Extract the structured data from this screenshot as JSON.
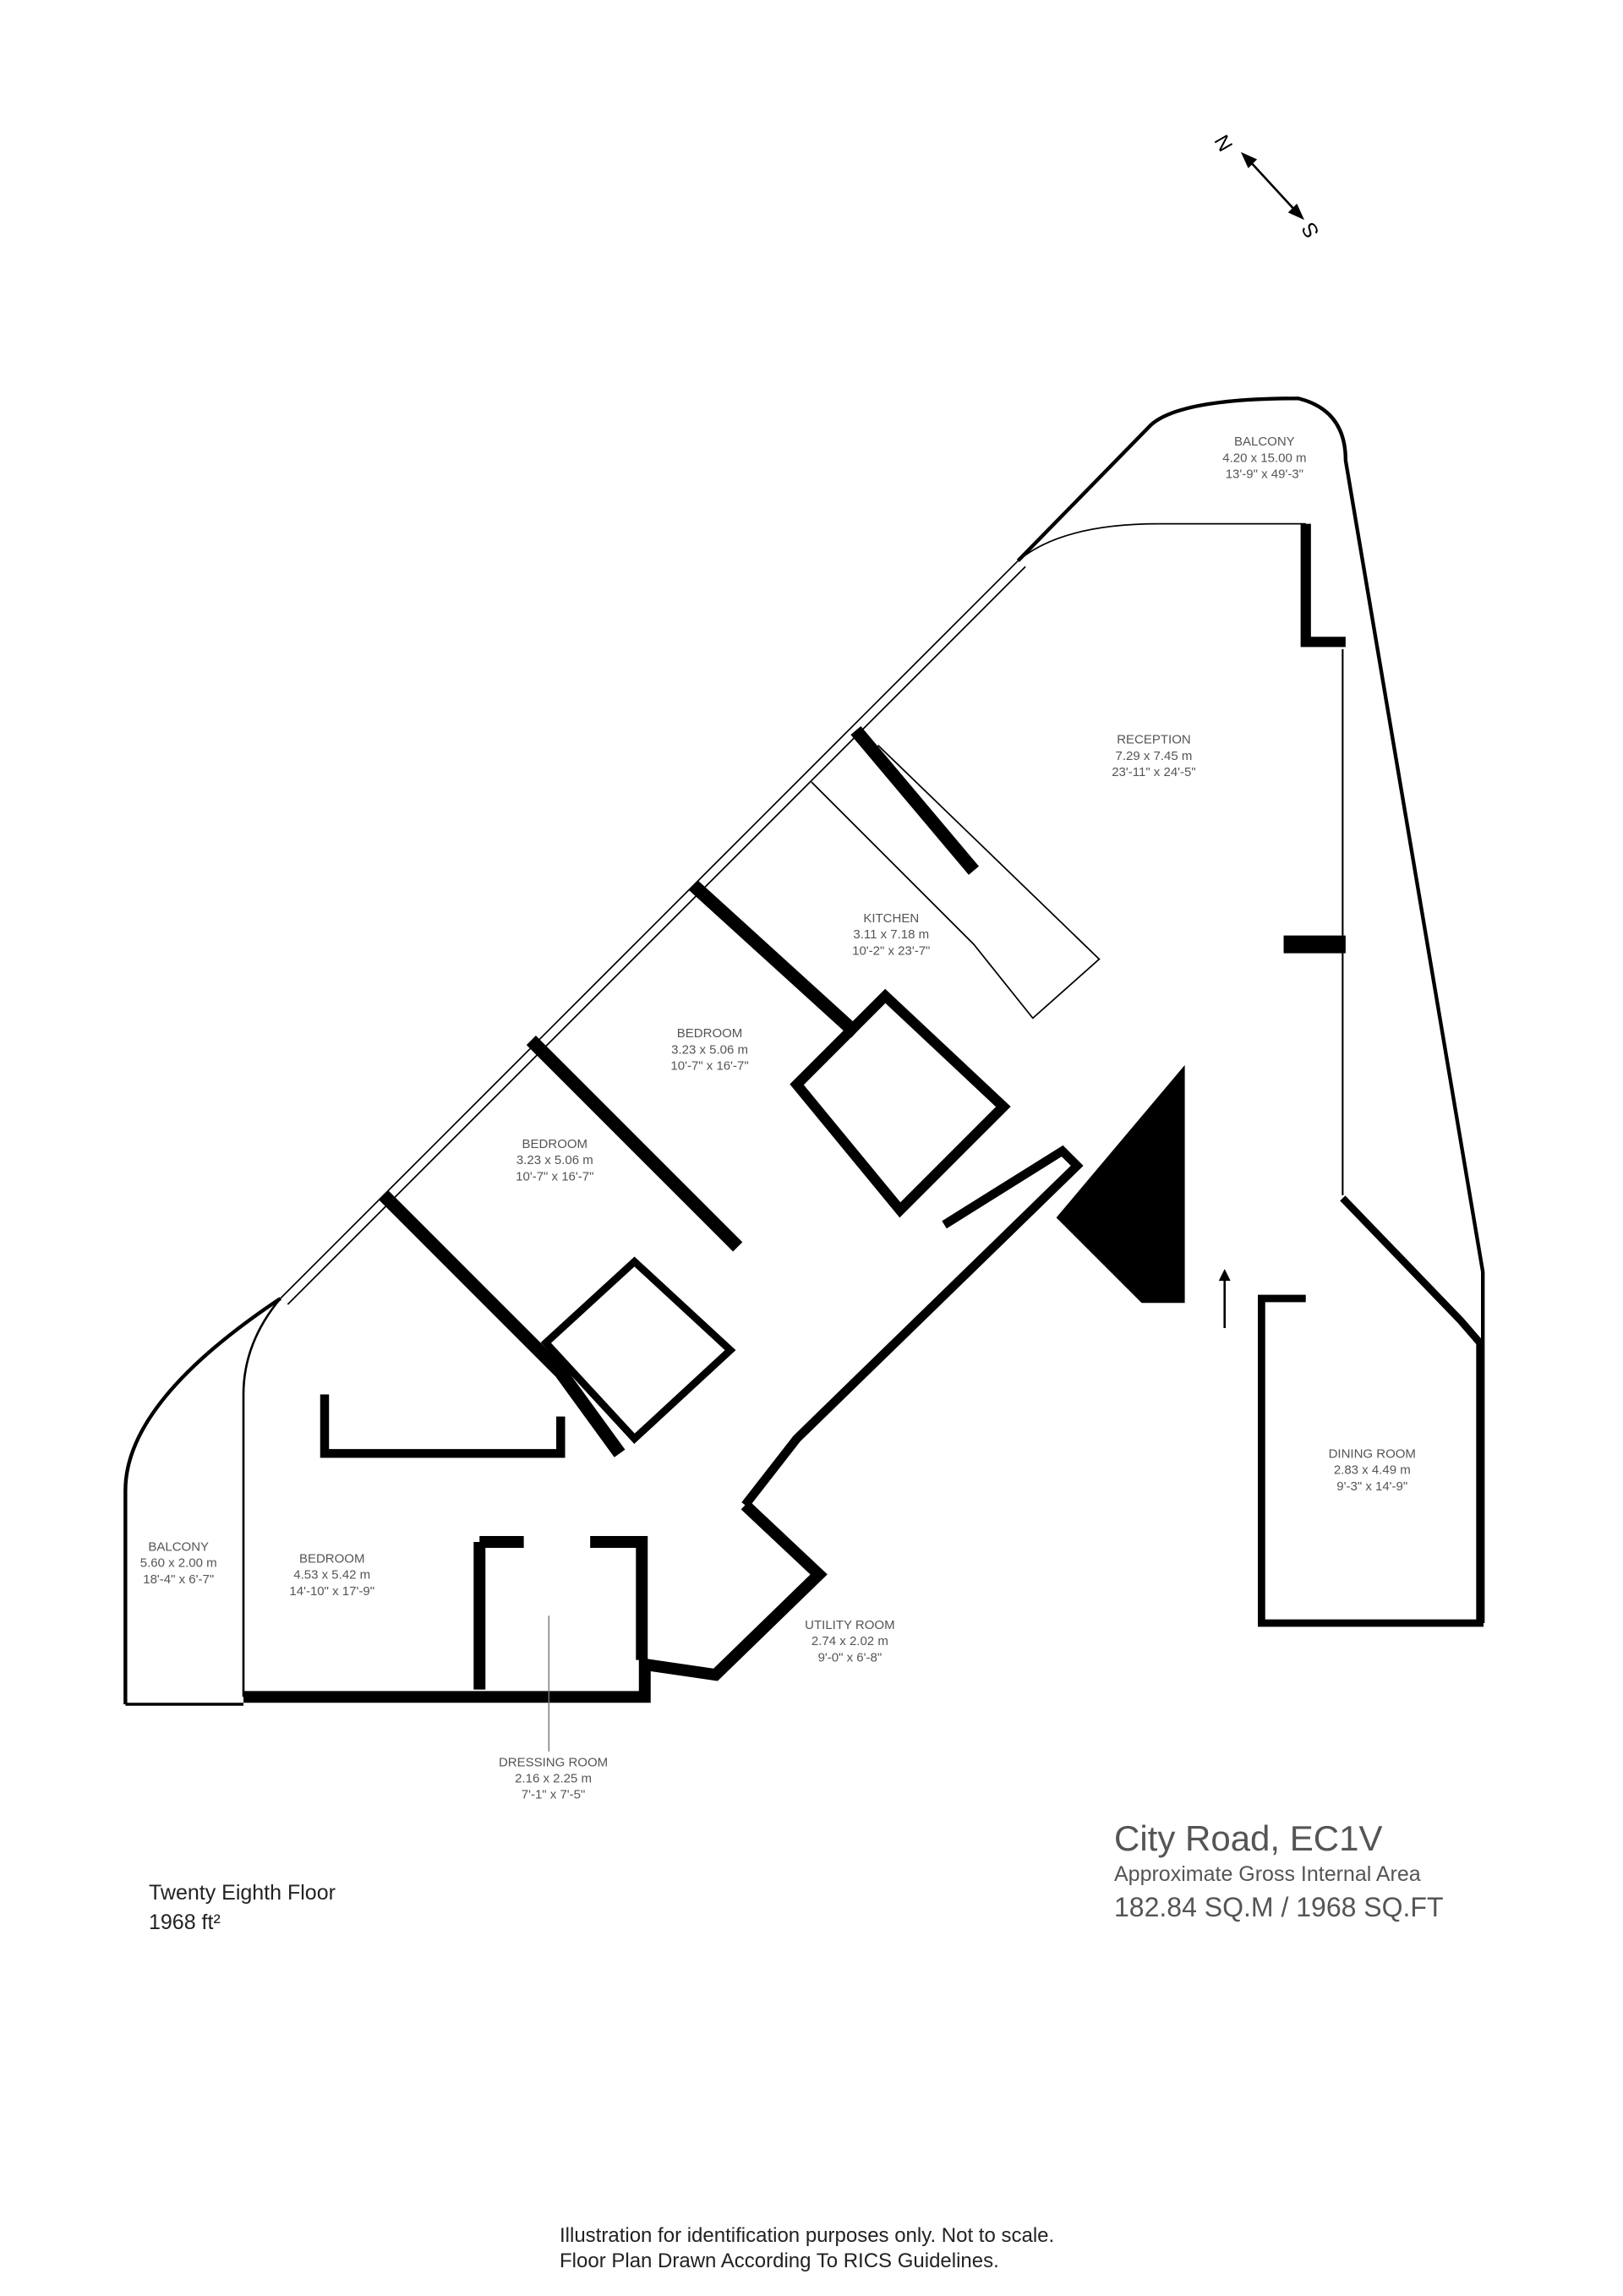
{
  "compass": {
    "north": "N",
    "south": "S"
  },
  "rooms": [
    {
      "name": "BALCONY",
      "metric": "4.20 x  15.00 m",
      "imperial": "13'-9\" x  49'-3\""
    },
    {
      "name": "RECEPTION",
      "metric": "7.29 x 7.45 m",
      "imperial": "23'-11\" x 24'-5\""
    },
    {
      "name": "KITCHEN",
      "metric": "3.11 x 7.18 m",
      "imperial": "10'-2\" x 23'-7\""
    },
    {
      "name": "BEDROOM",
      "metric": "3.23 x 5.06 m",
      "imperial": "10'-7\" x 16'-7\""
    },
    {
      "name": "BEDROOM",
      "metric": "3.23 x 5.06 m",
      "imperial": "10'-7\" x 16'-7\""
    },
    {
      "name": "DINING ROOM",
      "metric": "2.83 x  4.49 m",
      "imperial": "9'-3\" x  14'-9\""
    },
    {
      "name": "BALCONY",
      "metric": "5.60 x  2.00 m",
      "imperial": "18'-4\" x  6'-7\""
    },
    {
      "name": "BEDROOM",
      "metric": "4.53 x  5.42 m",
      "imperial": "14'-10\" x  17'-9\""
    },
    {
      "name": "UTILITY ROOM",
      "metric": "2.74 x 2.02 m",
      "imperial": "9'-0\" x 6'-8\""
    },
    {
      "name": "DRESSING ROOM",
      "metric": "2.16 x  2.25 m",
      "imperial": "7'-1\" x  7'-5\""
    }
  ],
  "floor": {
    "name": "Twenty Eighth Floor",
    "area": "1968 ft²"
  },
  "property": {
    "title": "City Road, EC1V",
    "subtitle": "Approximate Gross Internal Area",
    "area": "182.84 SQ.M / 1968 SQ.FT"
  },
  "disclaimer": {
    "line1": "Illustration for identification purposes only. Not to scale.",
    "line2": "Floor Plan Drawn According To RICS Guidelines."
  }
}
